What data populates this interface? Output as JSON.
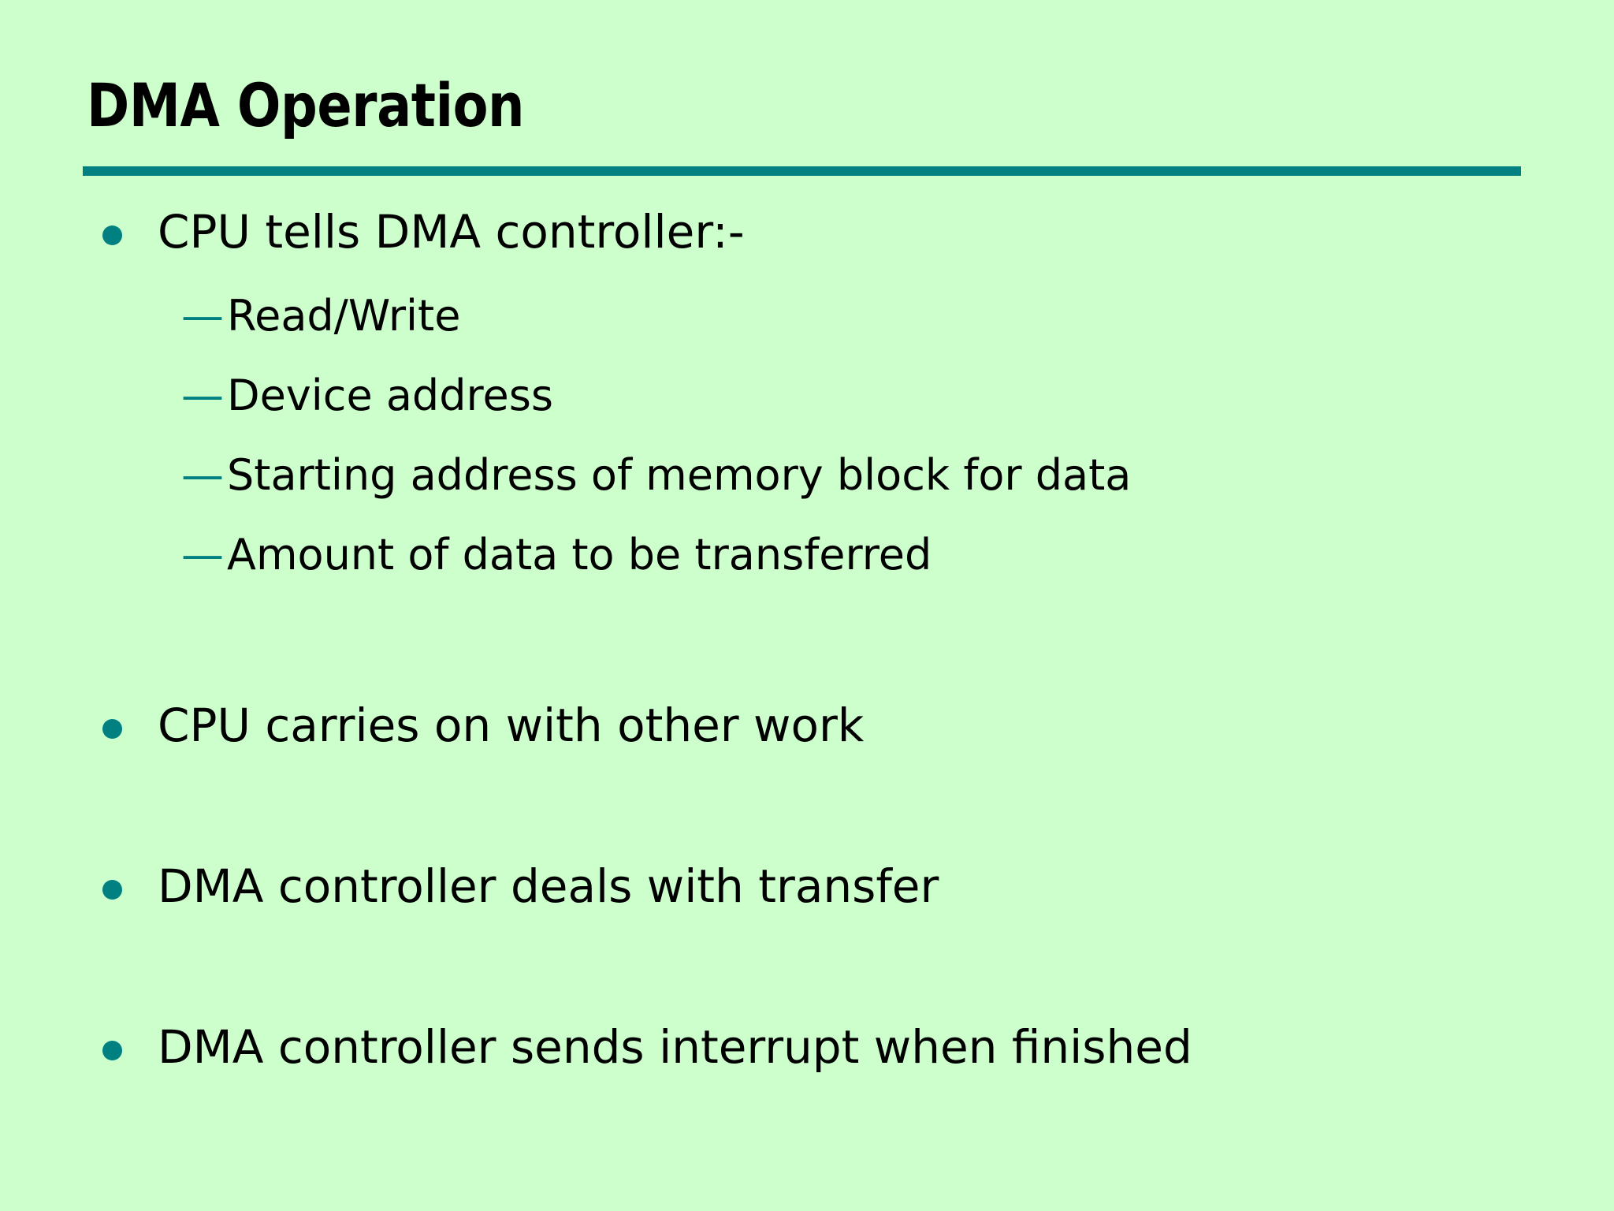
{
  "slide": {
    "title": "DMA Operation",
    "background_color": "#ccffcc",
    "accent_color": "#008080",
    "text_color": "#000000",
    "title_color": "#000000"
  },
  "markers": {
    "level1_bullet": "filled-circle",
    "level2_bullet": "em-dash",
    "level2_glyph": "—"
  },
  "content": {
    "items": [
      {
        "level": 1,
        "text": "CPU tells DMA controller:-",
        "children": [
          {
            "level": 2,
            "text": "Read/Write"
          },
          {
            "level": 2,
            "text": "Device address"
          },
          {
            "level": 2,
            "text": "Starting address of memory block for data"
          },
          {
            "level": 2,
            "text": "Amount of data to be transferred"
          }
        ]
      },
      {
        "level": 1,
        "text": "CPU carries on with other work",
        "children": []
      },
      {
        "level": 1,
        "text": "DMA controller deals with transfer",
        "children": []
      },
      {
        "level": 1,
        "text": "DMA controller sends interrupt when finished",
        "children": []
      }
    ]
  }
}
